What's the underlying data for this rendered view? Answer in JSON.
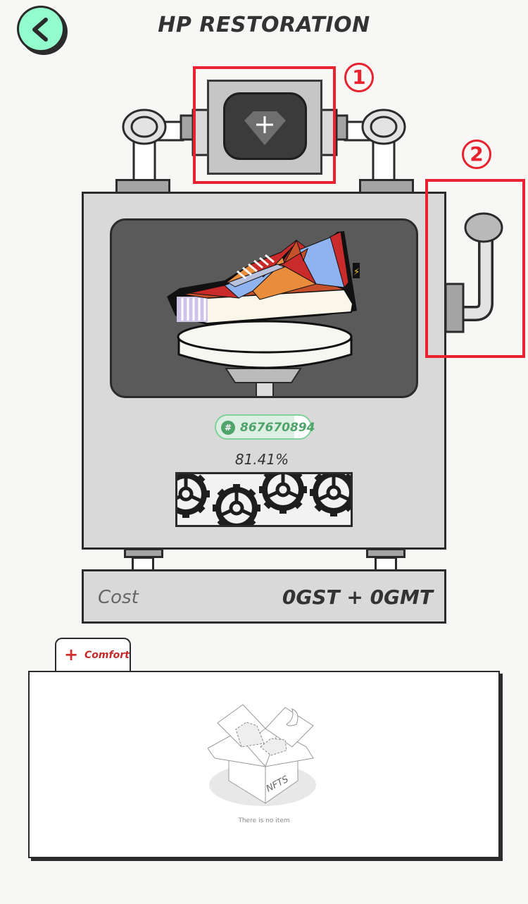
{
  "header": {
    "title": "HP RESTORATION",
    "back_icon": "chevron-left-icon"
  },
  "annotations": [
    {
      "number": "1",
      "label": "①",
      "target": "gem-slot"
    },
    {
      "number": "2",
      "label": "②",
      "target": "lever"
    }
  ],
  "machine": {
    "gem_slot": {
      "icon": "gem-plus-icon"
    },
    "sneaker": {
      "id": "867670894",
      "id_prefix": "#"
    },
    "hp_percent": "81.41%",
    "lever": {
      "icon": "lever-icon"
    }
  },
  "cost": {
    "label": "Cost",
    "value": "0GST + 0GMT"
  },
  "tabs": [
    {
      "label": "Comfort",
      "icon": "plus-icon",
      "color": "#c42a2a"
    }
  ],
  "inventory": {
    "empty_text": "There is no item",
    "box_label": "NFTS"
  },
  "colors": {
    "back_button": "#93fccc",
    "annotation": "#e8222e",
    "badge_green": "#4fa36b",
    "machine_gray": "#d9d9d9",
    "screen_gray": "#5a5a5a"
  }
}
